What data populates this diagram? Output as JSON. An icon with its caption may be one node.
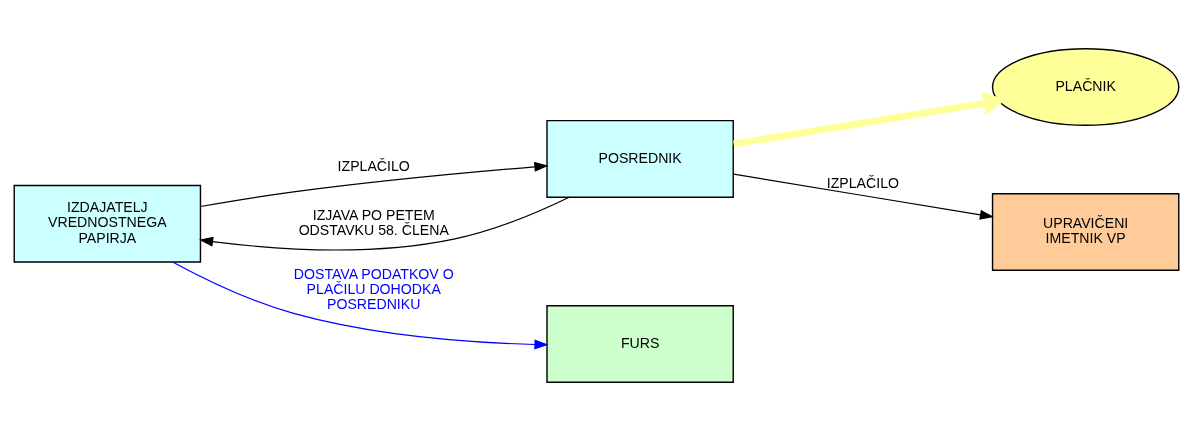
{
  "diagram": {
    "nodes": [
      {
        "text": [
          "IZDAJATELJ VREDNOSTNEGA PAPIRJA"
        ]
      },
      {
        "text": [
          "PLAČNIK"
        ]
      },
      {
        "text": [
          "POSREDNIK"
        ]
      },
      {
        "text": [
          "FURS"
        ]
      },
      {
        "text": [
          "UPRAVIČENI IMETNIK VP"
        ]
      }
    ],
    "edges": [
      {
        "from": 0,
        "to": 2,
        "arrow": "to",
        "label": "IZPLAČILO"
      },
      {
        "from": 2,
        "to": 0,
        "arrow": "to",
        "label": "IZJAVA PO PETEM ODSTAVKU 58. ČLENA"
      },
      {
        "from": 2,
        "to": 1,
        "arrow": "to",
        "style": "thick",
        "color": "#ffff99"
      },
      {
        "from": 2,
        "to": 4,
        "arrow": "to",
        "label": "IZPLAČILO"
      },
      {
        "from": 0,
        "to": 3,
        "arrow": "to",
        "label": "DOSTAVA PODATKOV O PLAČILU DOHODKA POSREDNIKU",
        "color": "#0000ff"
      }
    ]
  }
}
